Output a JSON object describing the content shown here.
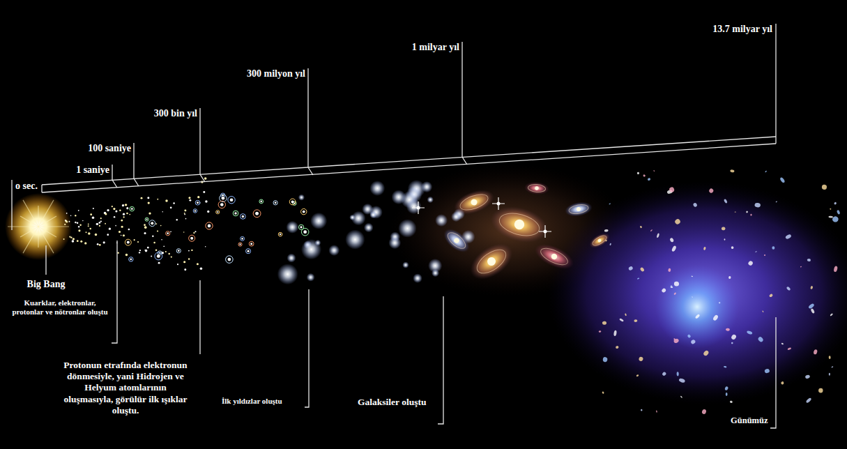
{
  "diagram": {
    "labels": [
      "o sec.",
      "1 saniye",
      "100 saniye",
      "300 bin yıl",
      "300 milyon yıl",
      "1 milyar yıl",
      "13.7 milyar yıl",
      "Big Bang",
      "Kuarklar, elektronlar, protonlar ve nötronlar oluştu",
      "Protonun etrafında elektronun dönmesiyle, yani Hidrojen ve Helyum atomlarının oluşmasıyla, görülür ilk ışıklar oluştu.",
      "İlk yıldızlar oluştu",
      "Galaksiler oluştu",
      "Günümüz"
    ]
  }
}
